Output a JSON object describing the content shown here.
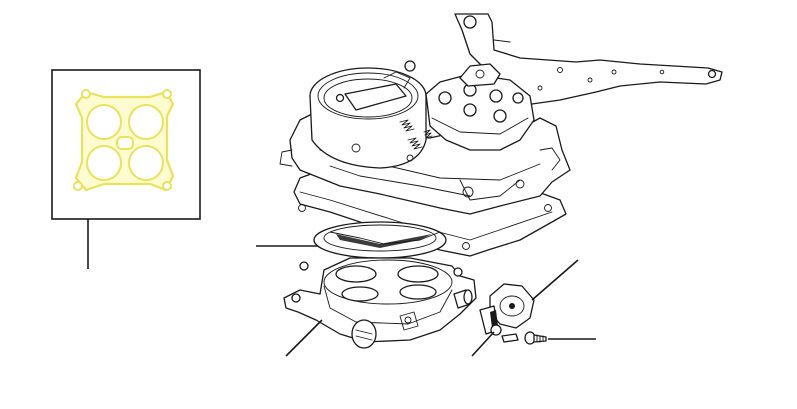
{
  "diagram": {
    "highlight_color": "#e8e35a",
    "highlight_fill": "#fdfbd0",
    "line_color": "#1a1a1a",
    "background": "#ffffff",
    "parts": [
      {
        "name": "throttle-body-gasket",
        "highlighted": true
      },
      {
        "name": "carburetor-assembly",
        "highlighted": false
      },
      {
        "name": "support-bracket",
        "highlighted": false
      },
      {
        "name": "throttle-body-spacer",
        "highlighted": false
      },
      {
        "name": "throttle-body-base",
        "highlighted": false
      },
      {
        "name": "throttle-position-sensor",
        "highlighted": false
      },
      {
        "name": "sensor-screw",
        "highlighted": false
      }
    ]
  }
}
